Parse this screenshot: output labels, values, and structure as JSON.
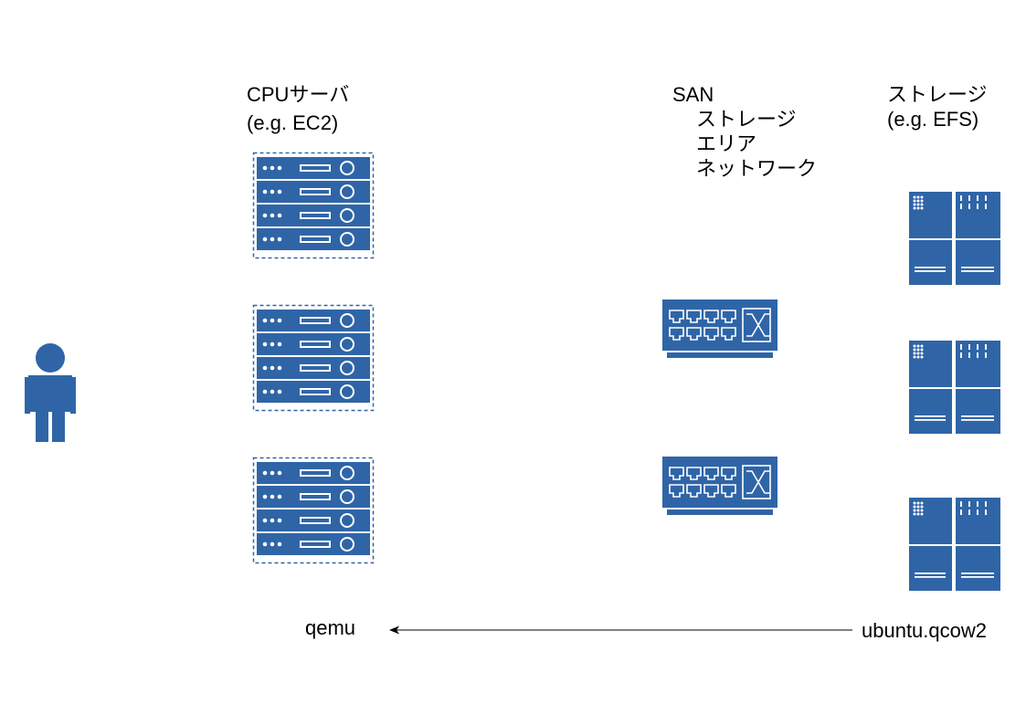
{
  "colors": {
    "icon_blue": "#2f65a7",
    "white": "#ffffff",
    "arrow": "#000000"
  },
  "icons": {
    "user": "user-icon",
    "cpu_server": "server-rack-icon",
    "san_switch": "network-switch-icon",
    "storage": "storage-array-icon"
  },
  "cpu": {
    "line1": "CPUサーバ",
    "line2": "(e.g. EC2)"
  },
  "san": {
    "line1": "SAN",
    "line2": "ストレージ",
    "line3": "エリア",
    "line4": "ネットワーク"
  },
  "storage": {
    "line1": "ストレージ",
    "line2": "(e.g. EFS)"
  },
  "flow": {
    "source": "ubuntu.qcow2",
    "target": "qemu"
  }
}
